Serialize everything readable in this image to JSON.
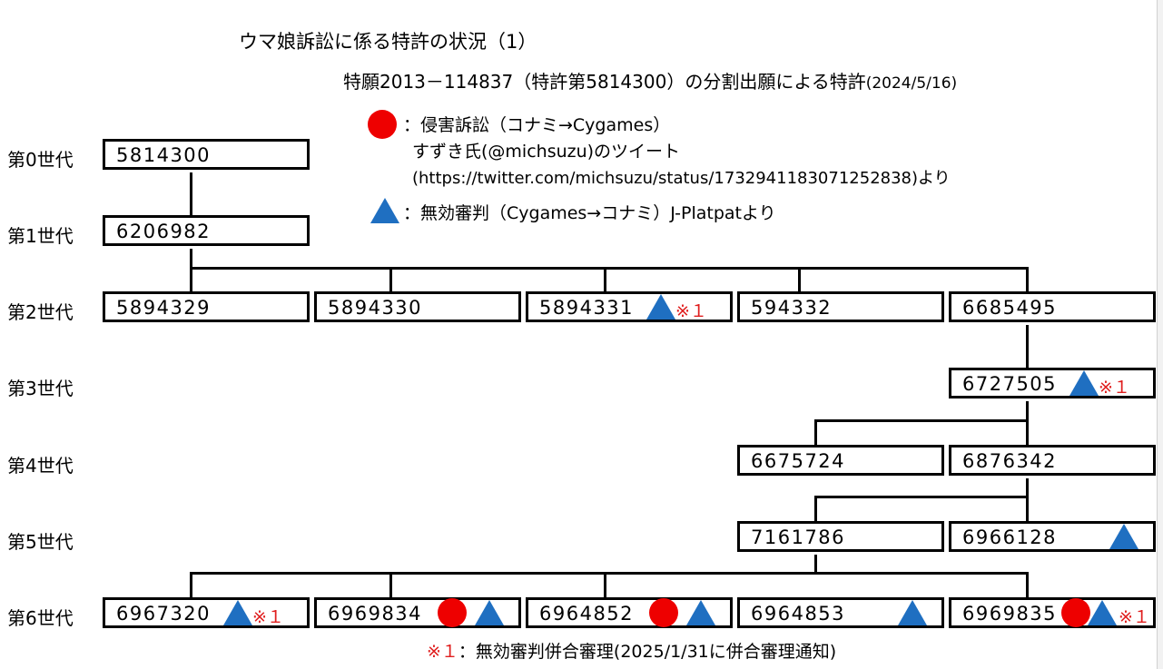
{
  "title": "ウマ娘訴訟に係る特許の状況（1）",
  "subtitle": "特願2013－114837（特許第5814300）の分割出願による特許",
  "subtitle_date": "(2024/5/16)",
  "legend": {
    "circle_label": "：侵害訴訟（コナミ→Cygames）",
    "circle_source_line1": "すずき氏(@michsuzu)のツイート",
    "circle_source_line2": "(https://twitter.com/michsuzu/status/1732941183071252838)より",
    "triangle_label": "：無効審判（Cygames→コナミ）J-Platpatより",
    "circle_color": "#ee0000",
    "triangle_color": "#1f6fc1"
  },
  "generations": [
    "第0世代",
    "第1世代",
    "第2世代",
    "第3世代",
    "第4世代",
    "第5世代",
    "第6世代"
  ],
  "patents": {
    "g0": "5814300",
    "g1": "6206982",
    "g2a": "5894329",
    "g2b": "5894330",
    "g2c": "5894331",
    "g2d": "594332",
    "g2e": "6685495",
    "g3": "6727505",
    "g4a": "6675724",
    "g4b": "6876342",
    "g5a": "7161786",
    "g5b": "6966128",
    "g6a": "6967320",
    "g6b": "6969834",
    "g6c": "6964852",
    "g6d": "6964853",
    "g6e": "6969835"
  },
  "mark": "※１",
  "footnote": {
    "mark": "※１",
    "text": "：無効審判併合審理(2025/1/31に併合審理通知)"
  }
}
